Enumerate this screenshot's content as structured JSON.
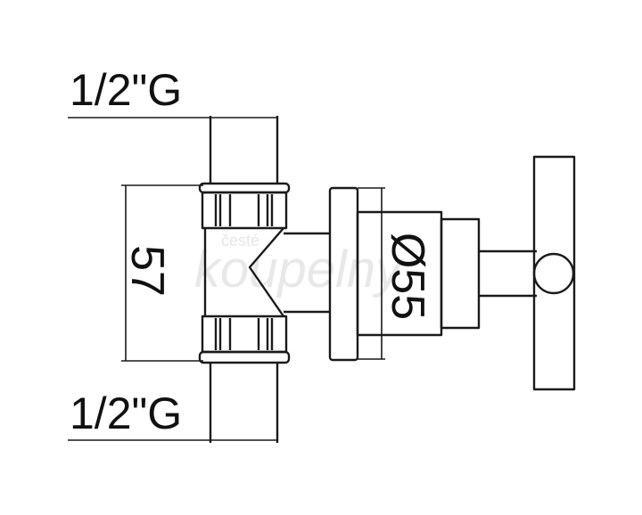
{
  "drawing": {
    "top_thread_label": "1/2\"G",
    "bottom_thread_label": "1/2\"G",
    "height_dimension": "57",
    "diameter_dimension": "Ø55",
    "watermark_small": "česté",
    "watermark_large": "koupelny"
  },
  "colors": {
    "line": "#1a1a1a",
    "watermark": "#e6e6e6"
  }
}
